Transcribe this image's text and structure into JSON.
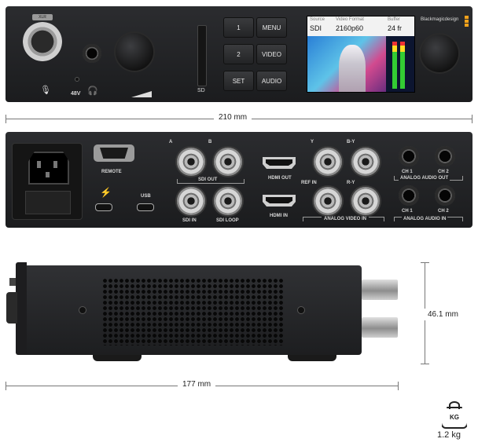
{
  "front": {
    "xlr_label": "XLR",
    "label_48v": "48V",
    "sd_label": "SD",
    "buttons": [
      "1",
      "MENU",
      "2",
      "VIDEO",
      "SET",
      "AUDIO"
    ],
    "brand": "Blackmagicdesign",
    "lcd": {
      "source_label": "Source",
      "source_value": "SDI",
      "format_label": "Video Format",
      "format_value": "2160p60",
      "buffer_label": "Buffer",
      "buffer_value": "24 fr"
    }
  },
  "width_dim": "210 mm",
  "rear": {
    "remote": "REMOTE",
    "usb": "USB",
    "sdi_a": "A",
    "sdi_b": "B",
    "sdi_out": "SDI OUT",
    "sdi_in": "SDI IN",
    "sdi_loop": "SDI LOOP",
    "hdmi_out": "HDMI OUT",
    "hdmi_in": "HDMI IN",
    "y": "Y",
    "by": "B-Y",
    "ry": "R-Y",
    "ref_in": "REF IN",
    "analog_video_in": "ANALOG VIDEO IN",
    "ch1_top": "CH 1",
    "ch2_top": "CH 2",
    "analog_audio_out": "ANALOG AUDIO OUT",
    "ch1_bot": "CH 1",
    "ch2_bot": "CH 2",
    "analog_audio_in": "ANALOG AUDIO IN"
  },
  "height_dim": "46.1 mm",
  "depth_dim": "177 mm",
  "weight": {
    "icon_label": "KG",
    "value": "1.2 kg"
  }
}
